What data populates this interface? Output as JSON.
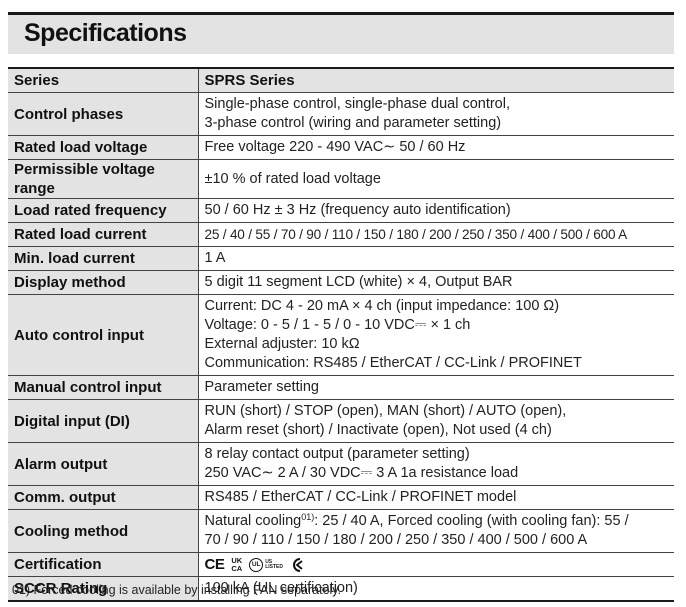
{
  "page": {
    "title": "Specifications"
  },
  "table": {
    "header": {
      "label": "Series",
      "value": "SPRS Series"
    },
    "rows": {
      "control_phases": {
        "label": "Control phases",
        "lines": [
          "Single-phase control, single-phase dual control,",
          "3-phase control (wiring and parameter setting)"
        ]
      },
      "rated_load_voltage": {
        "label": "Rated load voltage",
        "value": "Free voltage 220 - 490 VAC∼ 50 / 60 Hz"
      },
      "permissible_voltage_range": {
        "label": "Permissible voltage range",
        "value": "±10 % of rated load voltage"
      },
      "load_rated_frequency": {
        "label": "Load rated frequency",
        "value": "50 / 60 Hz ± 3 Hz (frequency auto identification)"
      },
      "rated_load_current": {
        "label": "Rated load current",
        "value": "25 / 40 / 55 / 70 / 90 / 110 / 150 / 180 / 200 / 250 / 350 / 400 / 500 / 600 A"
      },
      "min_load_current": {
        "label": "Min. load current",
        "value": "1 A"
      },
      "display_method": {
        "label": "Display method",
        "value": "5 digit 11 segment LCD (white) × 4, Output BAR"
      },
      "auto_control_input": {
        "label": "Auto control input",
        "lines": [
          "Current: DC 4 - 20 mA × 4 ch (input impedance: 100 Ω)",
          "Voltage: 0 - 5 / 1 - 5 / 0 - 10 VDC⎓ × 1 ch",
          "External adjuster: 10 kΩ",
          "Communication: RS485 / EtherCAT / CC-Link / PROFINET"
        ]
      },
      "manual_control_input": {
        "label": "Manual control input",
        "value": "Parameter setting"
      },
      "digital_input": {
        "label": "Digital input (DI)",
        "lines": [
          "RUN (short) / STOP (open), MAN (short) / AUTO (open),",
          "Alarm reset (short) / Inactivate (open), Not used (4 ch)"
        ]
      },
      "alarm_output": {
        "label": "Alarm output",
        "lines": [
          "8 relay contact output (parameter setting)",
          "250 VAC∼ 2 A / 30 VDC⎓ 3 A 1a resistance load"
        ]
      },
      "comm_output": {
        "label": "Comm. output",
        "value": "RS485 / EtherCAT / CC-Link / PROFINET model"
      },
      "cooling_method": {
        "label": "Cooling method",
        "line1_before": "Natural cooling",
        "line1_sup": "01)",
        "line1_after": ": 25 / 40 A, Forced cooling (with cooling fan): 55 /",
        "line2": "70 / 90 / 110 / 150 / 180 / 200 / 250 / 350 / 400 / 500 / 600 A"
      },
      "certification": {
        "label": "Certification",
        "marks": {
          "ce": "CE",
          "ukca_top": "UK",
          "ukca_bottom": "CA",
          "ul_inner": "UL",
          "ul_sub_top": "US",
          "ul_sub_bottom": "LISTED",
          "icons": [
            "ce-mark-icon",
            "ukca-mark-icon",
            "cul-us-listed-mark-icon",
            "kc-mark-icon"
          ]
        }
      },
      "sccr_rating": {
        "label": "SCCR Rating",
        "value": "100 kA (UL certification)"
      }
    }
  },
  "footnote": "01) Forced cooling is available by installing FAN separately.",
  "colors": {
    "header_bg": "#e3e3e3",
    "rule": "#1a1a1a",
    "text": "#222222"
  }
}
